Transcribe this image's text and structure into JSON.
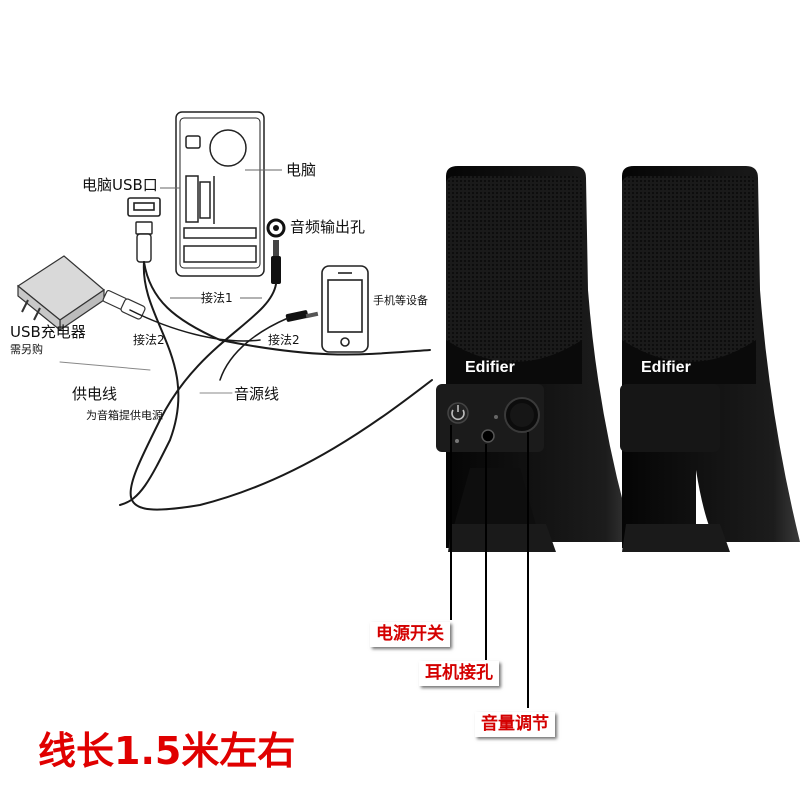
{
  "labels": {
    "computer": "电脑",
    "computer_usb_port": "电脑USB口",
    "audio_out_jack": "音频输出孔",
    "phone_devices": "手机等设备",
    "method1": "接法1",
    "method2_left": "接法2",
    "method2_right": "接法2",
    "usb_charger": "USB充电器",
    "sold_separately": "需另购",
    "power_cable": "供电线",
    "power_cable_desc": "为音箱提供电源",
    "audio_cable": "音源线"
  },
  "callouts": {
    "power_switch": "电源开关",
    "headphone_jack": "耳机接孔",
    "volume_knob": "音量调节"
  },
  "speaker": {
    "brand": "Edifier"
  },
  "cable_length": "线长1.5米左右",
  "colors": {
    "callout_text": "#d40000",
    "cable_length_text": "#e00000",
    "speaker_body": "#111111"
  }
}
